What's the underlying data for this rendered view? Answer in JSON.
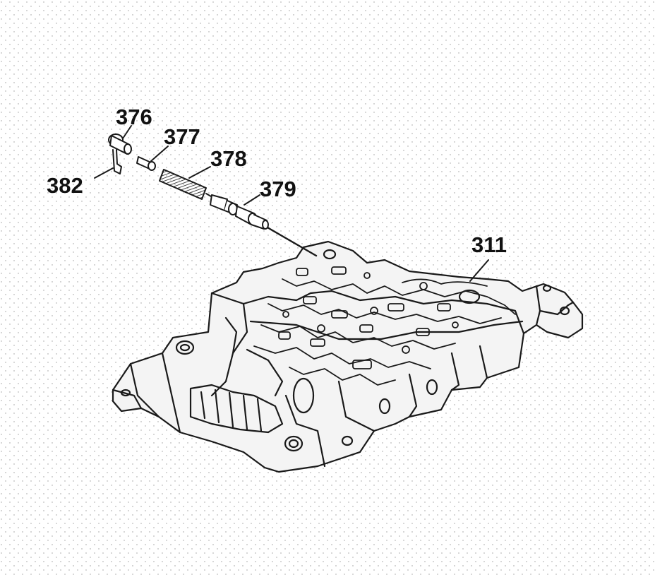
{
  "diagram": {
    "callouts": {
      "c376": "376",
      "c377": "377",
      "c378": "378",
      "c379": "379",
      "c382": "382",
      "c311": "311"
    }
  },
  "colors": {
    "ink": "#1a1a1a",
    "background": "#ffffff",
    "stipple": "#9a9a9a"
  }
}
